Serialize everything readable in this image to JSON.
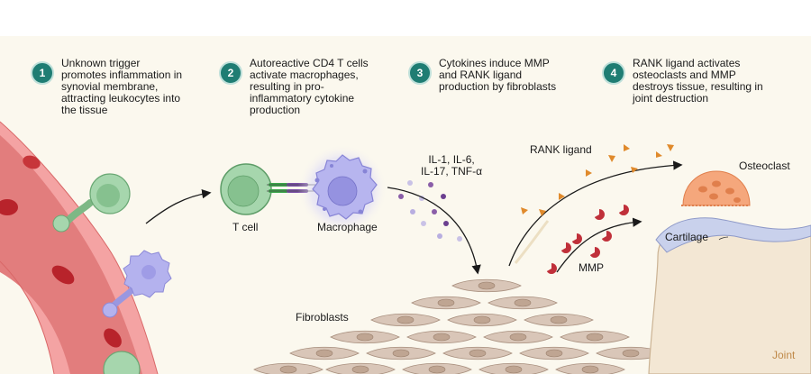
{
  "steps": [
    {
      "number": "1",
      "text": "Unknown trigger\npromotes inflammation in\nsynovial membrane,\nattracting leukocytes into\nthe tissue"
    },
    {
      "number": "2",
      "text": "Autoreactive CD4 T cells\nactivate macrophages,\nresulting in pro-\ninflammatory cytokine\nproduction"
    },
    {
      "number": "3",
      "text": "Cytokines induce MMP\nand RANK ligand\nproduction by fibroblasts"
    },
    {
      "number": "4",
      "text": "RANK ligand activates\nosteoclasts and MMP\ndestroys tissue, resulting in\njoint destruction"
    }
  ],
  "labels": {
    "t_cell": "T cell",
    "macrophage": "Macrophage",
    "cytokines": "IL-1, IL-6,\nIL-17, TNF-α",
    "rank_ligand": "RANK ligand",
    "osteoclast": "Osteoclast",
    "cartilage": "Cartilage",
    "mmp": "MMP",
    "fibroblasts": "Fibroblasts",
    "joint": "Joint"
  },
  "colors": {
    "background": "#fbf8ee",
    "step_badge": "#1f7d73",
    "t_cell": "#9fd0a6",
    "macrophage": "#a9a8e6",
    "vessel": "#e88a8a",
    "rbc": "#c0282d",
    "fibroblast": "#d8c3b4",
    "osteoclast": "#f3a579",
    "rank_ligand": "#e08a2c",
    "mmp": "#c0303a",
    "cartilage": "#c8d0ea",
    "bone": "#f2e6d2"
  }
}
